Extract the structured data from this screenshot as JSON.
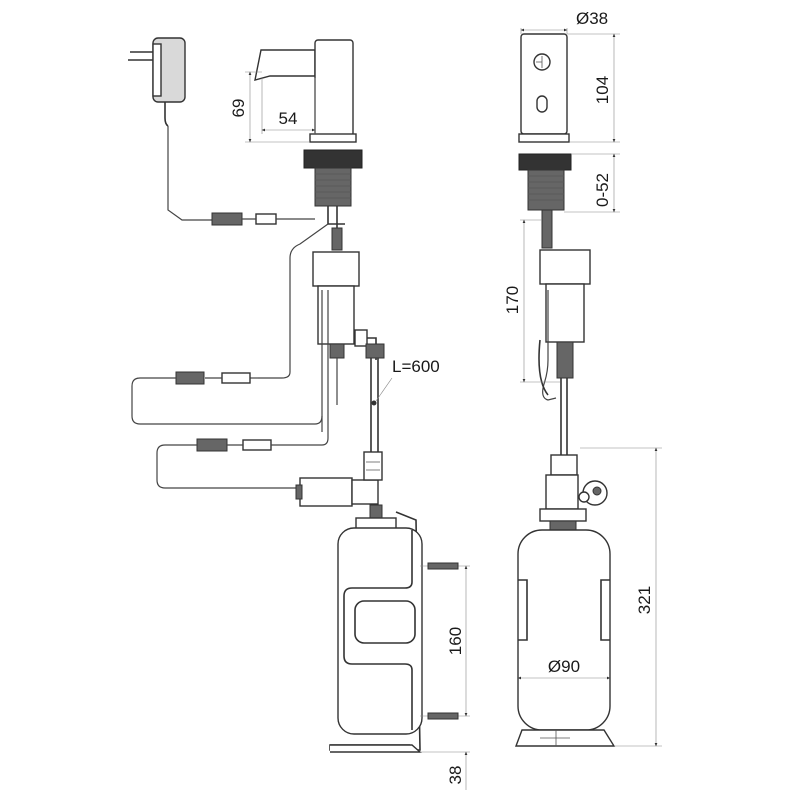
{
  "dimensions": {
    "spout_height": "69",
    "spout_reach": "54",
    "head_diameter": "Ø38",
    "head_height": "104",
    "deck_thickness": "0-52",
    "sensor_length": "170",
    "tube_length": "L=600",
    "bracket_spacing": "160",
    "bottom_clearance": "38",
    "total_height": "321",
    "bottle_diameter": "Ø90"
  }
}
